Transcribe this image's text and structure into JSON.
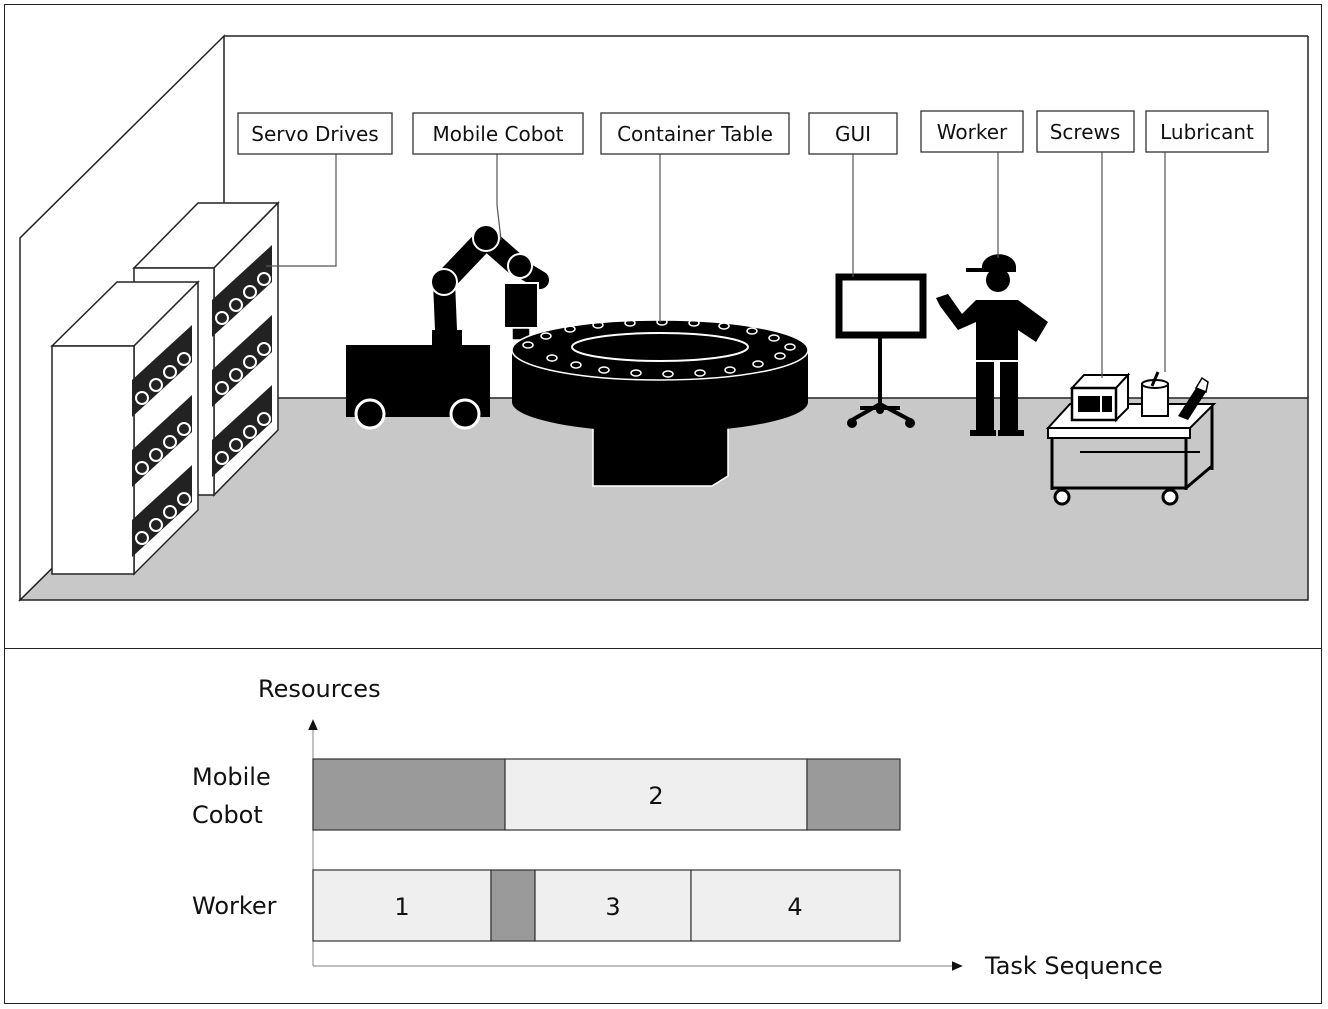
{
  "scene": {
    "callouts": [
      {
        "id": "servo",
        "label": "Servo Drives"
      },
      {
        "id": "cobot",
        "label": "Mobile Cobot"
      },
      {
        "id": "table",
        "label": "Container Table"
      },
      {
        "id": "gui",
        "label": "GUI"
      },
      {
        "id": "worker",
        "label": "Worker"
      },
      {
        "id": "screws",
        "label": "Screws"
      },
      {
        "id": "lubricant",
        "label": "Lubricant"
      }
    ]
  },
  "gantt": {
    "y_axis_label": "Resources",
    "x_axis_label": "Task Sequence",
    "rows": [
      {
        "label_line1": "Mobile",
        "label_line2": "Cobot",
        "segments": [
          {
            "type": "idle",
            "label": ""
          },
          {
            "type": "task",
            "label": "2"
          },
          {
            "type": "idle",
            "label": ""
          }
        ]
      },
      {
        "label_line1": "Worker",
        "label_line2": "",
        "segments": [
          {
            "type": "task",
            "label": "1"
          },
          {
            "type": "idle",
            "label": ""
          },
          {
            "type": "task",
            "label": "3"
          },
          {
            "type": "task",
            "label": "4"
          }
        ]
      }
    ],
    "colors": {
      "idle": "#9a9a9a",
      "task": "#efefef",
      "floor": "#c8c8c8",
      "dark": "#000000"
    }
  }
}
